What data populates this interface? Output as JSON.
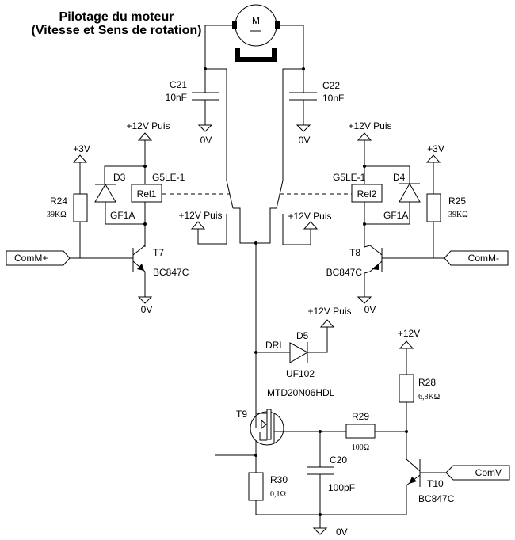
{
  "title": {
    "line1": "Pilotage du moteur",
    "line2": "(Vitesse et Sens de rotation)"
  },
  "motor": {
    "symbol": "M",
    "icon": "dc-motor-icon"
  },
  "capacitors": {
    "c21": {
      "ref": "C21",
      "value": "10nF"
    },
    "c22": {
      "ref": "C22",
      "value": "10nF"
    },
    "c20": {
      "ref": "C20",
      "value": "100pF"
    }
  },
  "resistors": {
    "r24": {
      "ref": "R24",
      "value": "39KΩ"
    },
    "r25": {
      "ref": "R25",
      "value": "39KΩ"
    },
    "r28": {
      "ref": "R28",
      "value": "6,8KΩ"
    },
    "r29": {
      "ref": "R29",
      "value": "100Ω"
    },
    "r30": {
      "ref": "R30",
      "value": "0,1Ω"
    }
  },
  "diodes": {
    "d3": {
      "ref": "D3",
      "value": "GF1A"
    },
    "d4": {
      "ref": "D4",
      "value": "GF1A"
    },
    "d5": {
      "ref": "D5",
      "value": "UF102"
    }
  },
  "relays": {
    "rel1": {
      "ref": "Rel1",
      "model": "G5LE-1"
    },
    "rel2": {
      "ref": "Rel2",
      "model": "G5LE-1"
    }
  },
  "transistors": {
    "t7": {
      "ref": "T7",
      "model": "BC847C"
    },
    "t8": {
      "ref": "T8",
      "model": "BC847C"
    },
    "t10": {
      "ref": "T10",
      "model": "BC847C"
    },
    "t9": {
      "ref": "T9",
      "model": "MTD20N06HDL"
    }
  },
  "nets": {
    "drl": "DRL",
    "supply_12v_puis": "+12V Puis",
    "supply_12v": "+12V",
    "supply_3v": "+3V",
    "ground": "0V"
  },
  "ports": {
    "comm_plus": "ComM+",
    "comm_minus": "ComM-",
    "comv": "ComV"
  }
}
